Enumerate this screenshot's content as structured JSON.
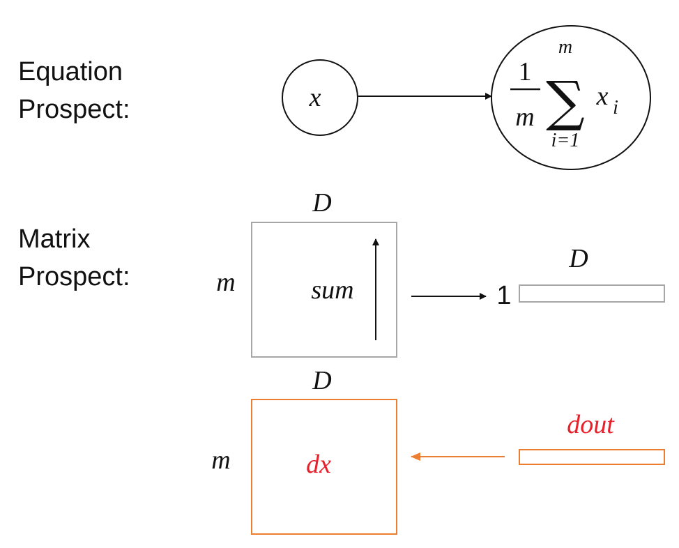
{
  "equation_section": {
    "label_line1": "Equation",
    "label_line2": "Prospect:",
    "input_symbol": "x",
    "output_fraction_numerator": "1",
    "output_fraction_denominator": "m",
    "output_sum_symbol": "∑",
    "output_sum_upper": "m",
    "output_sum_lower": "i=1",
    "output_term": "x",
    "output_term_subscript": "i"
  },
  "matrix_section": {
    "label_line1": "Matrix",
    "label_line2": "Prospect:",
    "forward": {
      "matrix_cols_label": "D",
      "matrix_rows_label": "m",
      "operation_label": "sum",
      "result_rows_label": "1",
      "result_cols_label": "D"
    },
    "backward": {
      "matrix_cols_label": "D",
      "matrix_rows_label": "m",
      "gradient_label": "dx",
      "upstream_label": "dout"
    }
  },
  "colors": {
    "text": "#111111",
    "box_gray": "#a6a6a6",
    "backward_orange": "#ed7d31",
    "gradient_red": "#e8202a"
  }
}
